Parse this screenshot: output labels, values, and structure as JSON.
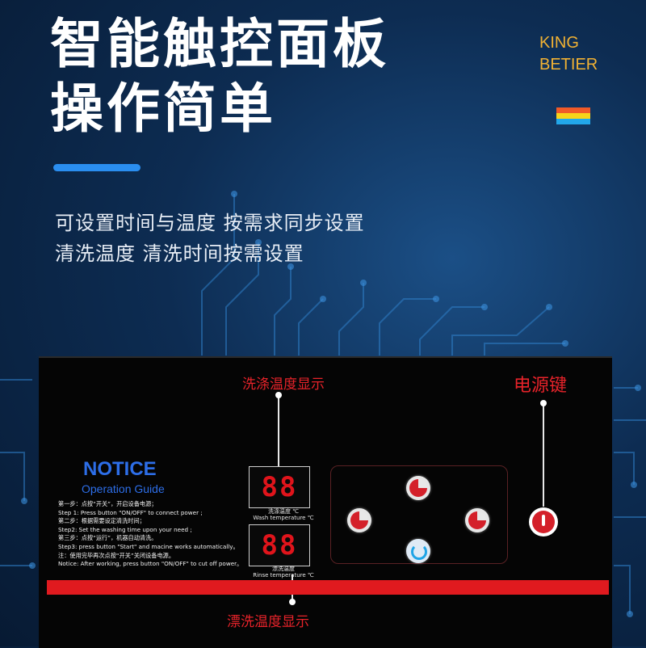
{
  "header": {
    "title_line1": "智能触控面板",
    "title_line2": "操作简单",
    "brand_line1": "KING",
    "brand_line2": "BETIER",
    "brand_color": "#f2b233",
    "stripe_colors": [
      "#f05a28",
      "#f7d31a",
      "#22a7ea"
    ],
    "accent_color": "#2a8ef0"
  },
  "intro": {
    "line1": "可设置时间与温度 按需求同步设置",
    "line2": "清洗温度 清洗时间按需设置"
  },
  "panel": {
    "wash_display_label": "洗涤温度显示",
    "power_key_label": "电源键",
    "rinse_display_label": "漂洗温度显示",
    "notice_title": "NOTICE",
    "notice_subtitle": "Operation Guide",
    "notice_lines": [
      "第一步：点按“开关”，开启设备电源；",
      "Step 1: Press button  \"ON/OFF\"  to connect power ;",
      "第二步：根据需要设定清洗时间；",
      "Step2: Set the washing time upon your need  ;",
      "第三步：点按“运行”，机器自动清洗。",
      "Step3: press button   \"Start\"  and macine works automatically。",
      "注：使用完毕再次点按“开关”关闭设备电源。",
      "Notice: After working, press button  \"ON/OFF\"  to cut off power。"
    ],
    "wash_display_value": "88",
    "wash_caption_cn": "洗涤温度 ℃",
    "wash_caption_en": "Wash temperature ℃",
    "rinse_display_value": "88",
    "rinse_caption_cn": "漂洗温度",
    "rinse_caption_en": "Rinse temperature ℃",
    "accent_red": "#e01a1f",
    "display_red": "#e0141b"
  }
}
